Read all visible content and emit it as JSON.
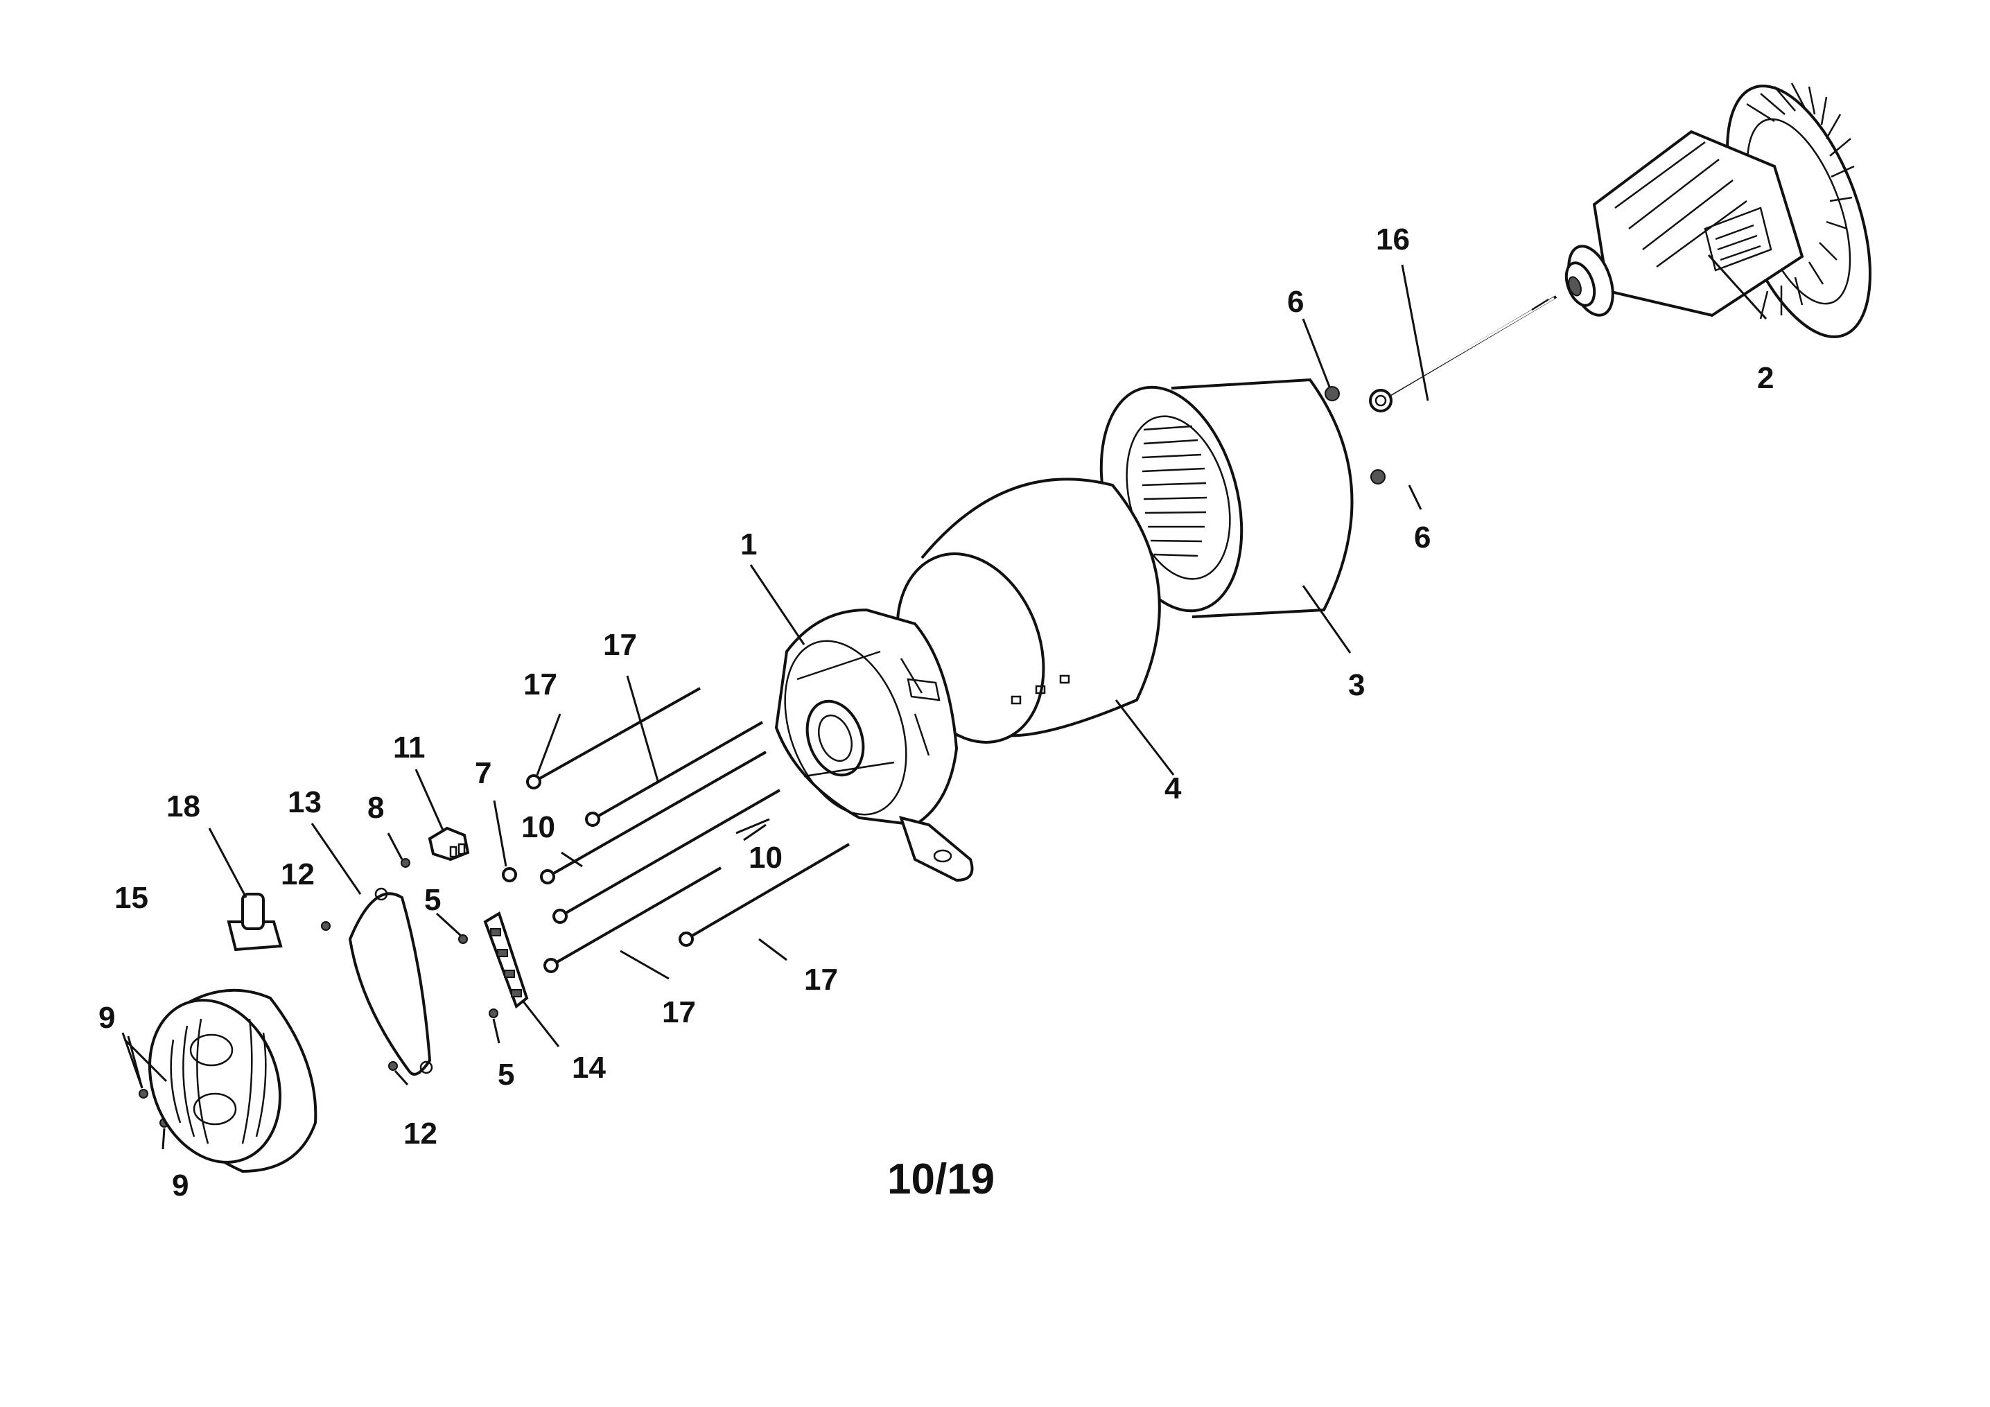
{
  "figure_label": "10/19",
  "callouts": {
    "l1": "1",
    "l2": "2",
    "l3": "3",
    "l4": "4",
    "l5a": "5",
    "l5b": "5",
    "l6a": "6",
    "l6b": "6",
    "l7": "7",
    "l8": "8",
    "l9a": "9",
    "l9b": "9",
    "l10a": "10",
    "l10b": "10",
    "l11": "11",
    "l12a": "12",
    "l12b": "12",
    "l13": "13",
    "l14": "14",
    "l15": "15",
    "l16": "16",
    "l17a": "17",
    "l17b": "17",
    "l17c": "17",
    "l17d": "17",
    "l18": "18"
  }
}
